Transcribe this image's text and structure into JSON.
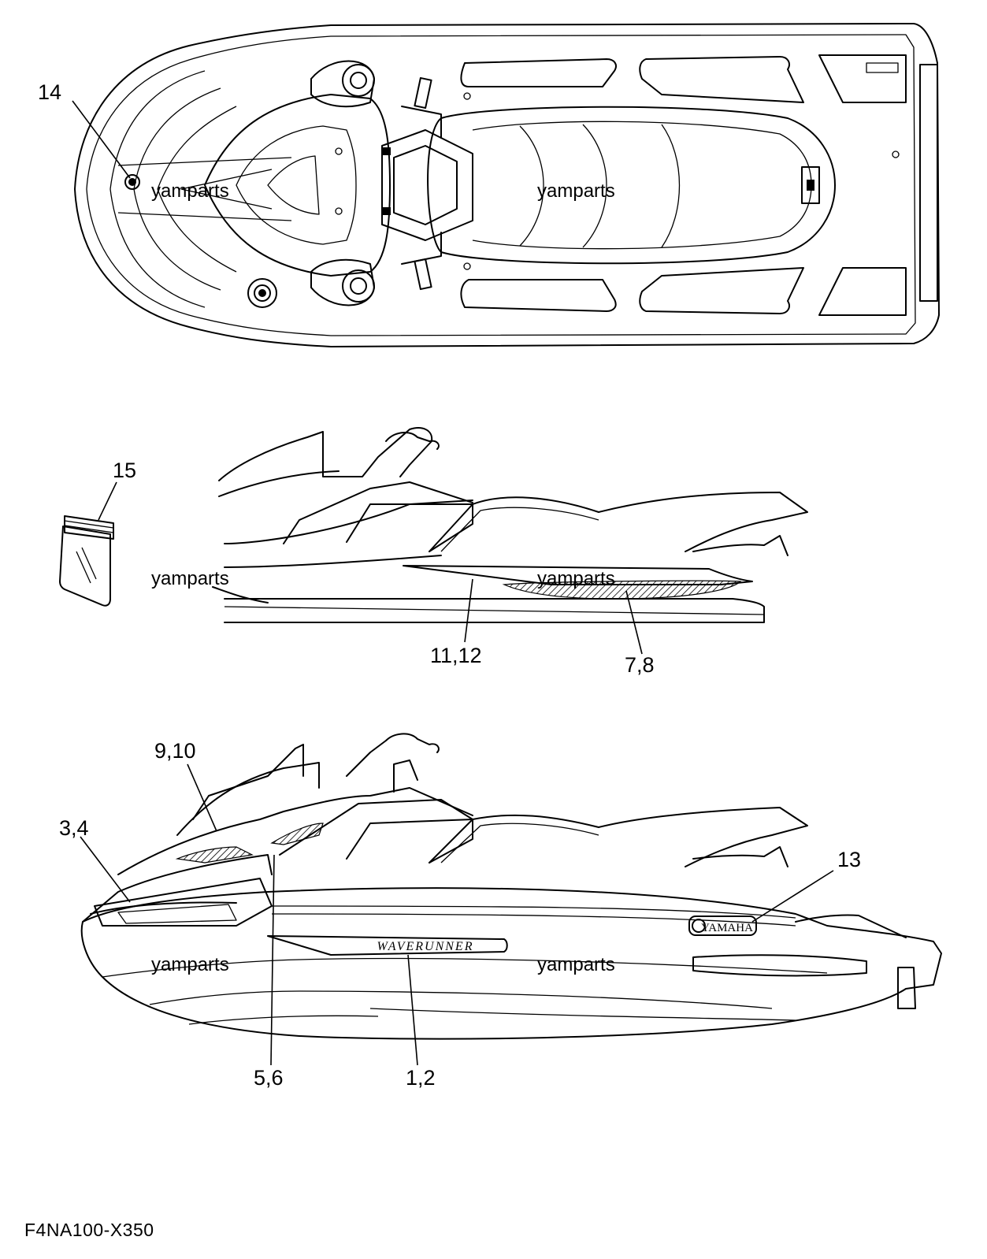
{
  "callouts": {
    "c14": "14",
    "c15": "15",
    "c11_12": "11,12",
    "c7_8": "7,8",
    "c9_10": "9,10",
    "c3_4": "3,4",
    "c13": "13",
    "c5_6": "5,6",
    "c1_2": "1,2"
  },
  "watermark": "yamparts",
  "decals": {
    "brand": "YAMAHA",
    "model": "WAVERUNNER"
  },
  "figure_code": "F4NA100-X350"
}
